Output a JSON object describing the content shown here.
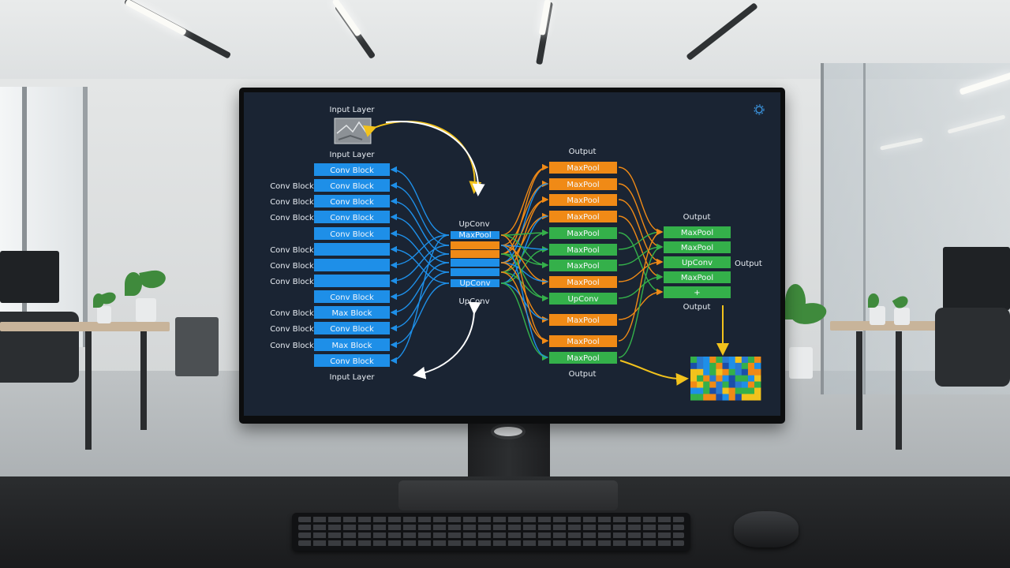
{
  "diagram": {
    "input_title_top": "Input Layer",
    "input_title_below_image": "Input Layer",
    "input_title_bottom": "Input Layer",
    "left_column": [
      {
        "label": "Conv Block",
        "side": ""
      },
      {
        "label": "Conv Block",
        "side": "Conv Block"
      },
      {
        "label": "Conv Block",
        "side": "Conv Block"
      },
      {
        "label": "Conv Block",
        "side": "Conv Block"
      },
      {
        "label": "Conv Block",
        "side": ""
      },
      {
        "label": "",
        "side": "Conv Block"
      },
      {
        "label": "",
        "side": "Conv Block"
      },
      {
        "label": "",
        "side": "Conv Block"
      },
      {
        "label": "Conv Block",
        "side": ""
      },
      {
        "label": "Max Block",
        "side": "Conv Block"
      },
      {
        "label": "Conv Block",
        "side": "Conv Block"
      },
      {
        "label": "Max Block",
        "side": "Conv Block"
      },
      {
        "label": "Conv Block",
        "side": ""
      }
    ],
    "center_label_top": "UpConv",
    "center_label_bottom": "UpConv",
    "center_column": [
      {
        "label": "MaxPool",
        "color": "blue"
      },
      {
        "label": "",
        "color": "orange"
      },
      {
        "label": "",
        "color": "orange"
      },
      {
        "label": "",
        "color": "blue"
      },
      {
        "label": "",
        "color": "blue"
      },
      {
        "label": "UpConv",
        "color": "blue"
      }
    ],
    "right_title_top": "Output",
    "right_title_bottom": "Output",
    "right_column": [
      {
        "label": "MaxPool",
        "color": "orange"
      },
      {
        "label": "MaxPool",
        "color": "orange"
      },
      {
        "label": "MaxPool",
        "color": "orange"
      },
      {
        "label": "MaxPool",
        "color": "orange"
      },
      {
        "label": "MaxPool",
        "color": "green"
      },
      {
        "label": "MaxPool",
        "color": "green"
      },
      {
        "label": "MaxPool",
        "color": "green"
      },
      {
        "label": "MaxPool",
        "color": "orange"
      },
      {
        "label": "UpConv",
        "color": "green"
      },
      {
        "label": "MaxPool",
        "color": "orange"
      },
      {
        "label": "MaxPool",
        "color": "orange"
      },
      {
        "label": "MaxPool",
        "color": "green"
      }
    ],
    "far_title_top": "Output",
    "far_title_right": "Output",
    "far_title_bottom": "Output",
    "far_column": [
      {
        "label": "MaxPool"
      },
      {
        "label": "MaxPool"
      },
      {
        "label": "UpConv"
      },
      {
        "label": "MaxPool"
      },
      {
        "label": "+"
      }
    ],
    "colors": {
      "blue": "#1e8fe8",
      "orange": "#f08a16",
      "green": "#34b04a",
      "yellow": "#f2c21c",
      "background": "#1a2433"
    },
    "icons": [
      "settings-gear-icon"
    ]
  }
}
